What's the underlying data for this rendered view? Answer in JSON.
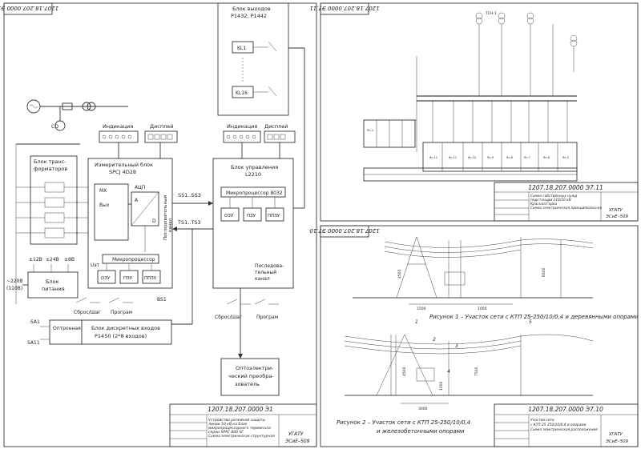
{
  "sheets": {
    "left": {
      "stamp": "1207.18.207.0000 Э1",
      "blocks": {
        "outputs": {
          "title1": "Блок выходов",
          "title2": "Р1432,  Р1442",
          "kl1": "KL1",
          "kl16": "KL16"
        },
        "indication": "Индикация",
        "display": "Дисплей",
        "transformer": {
          "line1": "Блок транс-",
          "line2": "форматоров"
        },
        "measuring": {
          "line1": "Измерительный блок",
          "line2": "SPCJ 4D28",
          "mx": "MX",
          "vyx": "Вых",
          "adc": "АЦП",
          "a": "A",
          "d": "D",
          "serial1": "Последовательный",
          "serial2": "канал",
          "uet": "Uэт",
          "micro": "Микропроцессор",
          "ozu": "ОЗУ",
          "pzu": "ПЗУ",
          "ppzu": "ППЗУ"
        },
        "control": {
          "line1": "Блок управления",
          "line2": "L2210",
          "micro": "Микропроцессор 8032",
          "ozu": "ОЗУ",
          "pzu": "ПЗУ",
          "ppzu": "ППЗУ",
          "serial1": "Последова-",
          "serial2": "тельный",
          "serial3": "канал"
        },
        "power": {
          "line1": "Блок",
          "line2": "питания",
          "in1": "~220В",
          "in2": "(110В)",
          "o1": "±12В",
          "o2": "±24В",
          "o3": "±8В"
        },
        "opto": "Оптронная развязка",
        "discrete": {
          "line1": "Блок дискретных входов",
          "line2": "Р1450 (2*8 входов)"
        },
        "converter": {
          "line1": "Оптоэлектри-",
          "line2": "ческий преобра-",
          "line3": "зователь"
        }
      },
      "labels": {
        "co": "CO",
        "ss": "SS1..SS3",
        "ts": "TS1..TS3",
        "bs1": "BS1",
        "sa1": "SA1",
        "sa11": "SA11",
        "reset1": "Сброс/Шаг",
        "prog1": "Програм",
        "reset2": "Сброс/Шаг",
        "prog2": "Програм"
      },
      "title_block": {
        "code": "1207.18.207.0000 Э1",
        "desc1": "Устройство релейной защиты",
        "desc2": "линии 10 кВ на базе",
        "desc3": "микропроцессорного терминала",
        "desc4": "серии SPAC 800 SF",
        "desc5": "Схема электрическая структурная",
        "org1": "УГАТУ",
        "org2": "ЭСиЕ–509"
      }
    },
    "top_right": {
      "stamp": "1207.18.207.0000 Э7.11",
      "substation": "ТСН-1",
      "feeders": [
        "Яч.12",
        "Яч.11",
        "Яч.10",
        "Яч.9",
        "Яч.8",
        "Яч.7",
        "Яч.6",
        "Яч.5",
        "Яч.4"
      ],
      "title_block": {
        "code": "1207.18.207.0000 Э7.11",
        "desc1": "Схема собственных нужд",
        "desc2": "подстанции 110/10 кВ",
        "desc3": "Красная Горка",
        "desc4": "Схема электрическая принципиальная",
        "org1": "УГАТУ",
        "org2": "ЭСиЕ–509"
      }
    },
    "bottom_right": {
      "stamp": "1207.18.207.0000 Э7.10",
      "fig1": "Рисунок 1 – Участок сети с КТП 25-250/10/0,4 и деревянными опорами",
      "fig2a": "Рисунок 2 – Участок сети с КТП 25-250/10/0,4",
      "fig2b": "и железобетонными опорами",
      "dims": {
        "d1": "1500",
        "d2": "1000",
        "d3": "3000",
        "h1": "4500",
        "h2": "6500",
        "h3": "1000",
        "h4": "4500",
        "h5": "7500"
      },
      "markers": [
        "1",
        "2",
        "3",
        "4",
        "5"
      ],
      "title_block": {
        "code": "1207.18.207.0000 Э7.10",
        "desc1": "Участки сети",
        "desc2": "с КТП 25-250/10/0,4 и опорами",
        "desc3": "Схема электрическая расположения",
        "org1": "УГАТУ",
        "org2": "ЭСиЕ–509"
      }
    }
  }
}
